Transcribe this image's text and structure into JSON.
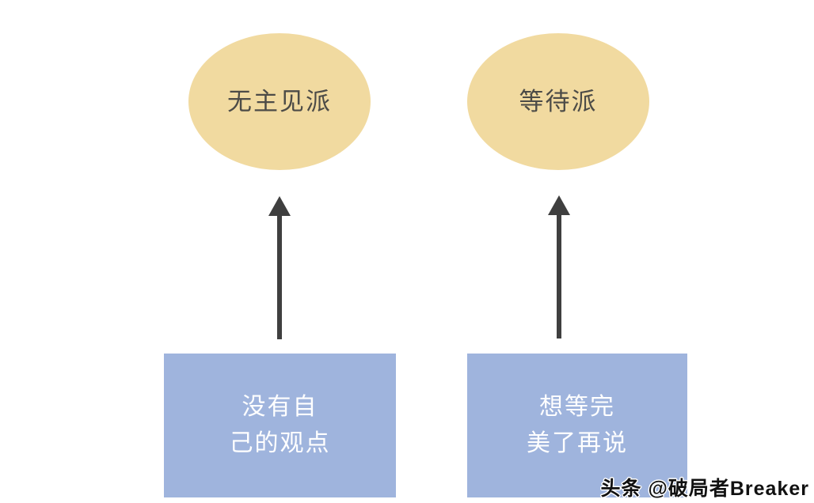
{
  "diagram": {
    "background_color": "#ffffff",
    "nodes": {
      "ellipses": [
        {
          "id": "wu-zhu-jian-pai",
          "label": "无主见派",
          "fill": "#f1daa0",
          "text_color": "#4c4b47"
        },
        {
          "id": "deng-dai-pai",
          "label": "等待派",
          "fill": "#f1daa0",
          "text_color": "#4c4b47"
        }
      ],
      "boxes": [
        {
          "id": "mei-you-zi-ji-de-guan-dian",
          "line1": "没有自",
          "line2": "己的观点",
          "fill": "#9fb4dd",
          "text_color": "#ffffff"
        },
        {
          "id": "xiang-deng-wan-mei-le-zai-shuo",
          "line1": "想等完",
          "line2": "美了再说",
          "fill": "#9fb4dd",
          "text_color": "#ffffff"
        }
      ]
    },
    "arrows": [
      {
        "id": "arrow-box1-to-ellipse1",
        "direction": "up",
        "color": "#3f3f3f"
      },
      {
        "id": "arrow-box2-to-ellipse2",
        "direction": "up",
        "color": "#3f3f3f"
      }
    ]
  },
  "watermark": {
    "text": "头条 @破局者Breaker"
  }
}
